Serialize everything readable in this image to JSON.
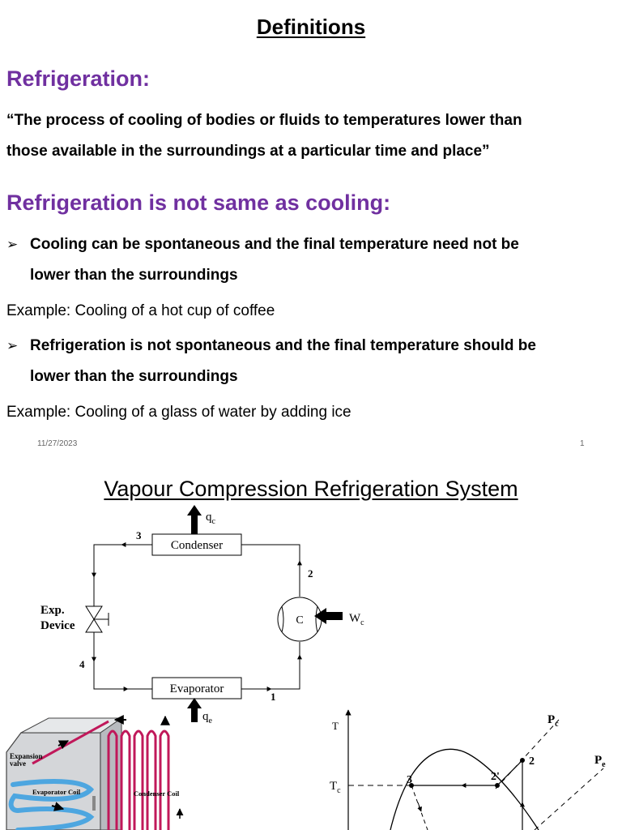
{
  "slide1": {
    "title": "Definitions",
    "heading1": "Refrigeration:",
    "definition_line1": "“The process of cooling of bodies or fluids to temperatures lower than",
    "definition_line2": "those available in the surroundings at a particular time and place”",
    "heading2": "Refrigeration is not same as cooling:",
    "bullet_marker": "➢",
    "bullet1_line1": "Cooling can be spontaneous and the final temperature need not be",
    "bullet1_line2": "lower than the surroundings",
    "example1": "Example: Cooling of a hot cup of coffee",
    "bullet2_line1": "Refrigeration is not spontaneous and the final temperature should be",
    "bullet2_line2": "lower than the surroundings",
    "example2": "Example: Cooling of a glass of water by adding ice",
    "date": "11/27/2023",
    "page_number": "1"
  },
  "slide2": {
    "title": "Vapour Compression Refrigeration System",
    "cycle": {
      "condenser": "Condenser",
      "evaporator": "Evaporator",
      "compressor": "C",
      "exp_label1": "Exp.",
      "exp_label2": "Device",
      "qc": "q",
      "qc_sub": "c",
      "qe": "q",
      "qe_sub": "e",
      "wc": "W",
      "wc_sub": "c",
      "state1": "1",
      "state2": "2",
      "state3": "3",
      "state4": "4"
    },
    "fridge": {
      "expansion_valve1": "Expansion",
      "expansion_valve2": "valve",
      "evaporator_coil": "Evaporator Coil",
      "condenser_coil": "Condenser Coil"
    },
    "ts": {
      "t_axis": "T",
      "tc": "T",
      "tc_sub": "c",
      "pc": "P",
      "pc_sub": "c",
      "pe": "P",
      "pe_sub": "e",
      "p2": "2",
      "p2prime": "2'",
      "p3": "3"
    }
  },
  "colors": {
    "heading": "#7030a0",
    "condenser_coil": "#c0185a",
    "evaporator_coil": "#4da6e0"
  }
}
